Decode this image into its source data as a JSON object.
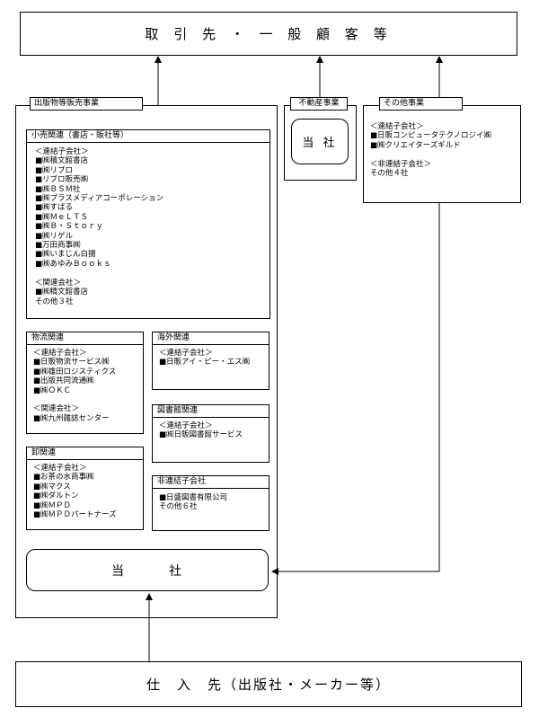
{
  "top_box": "取 引 先 ・ 一 般 顧 客 等",
  "bottom_box": "仕　入　先（出版社・メーカー等）",
  "publishing": {
    "title": "出版物等販売事業",
    "retail": {
      "title": "小売関連（書店・販社等）",
      "lines": [
        "＜連結子会社＞",
        "■㈱積文館書店",
        "■㈱リブロ",
        "■リブロ販売㈱",
        "■㈱ＢＳＭ社",
        "■㈱プラスメディアコーポレーション",
        "■㈱すばる",
        "■㈱ＭｅＬＴＳ",
        "■㈱Ｂ・Ｓｔｏｒｙ",
        "■㈱リゲル",
        "■万田商事㈱",
        "■㈱いまじん白揚",
        "■㈱あゆみＢｏｏｋｓ",
        "",
        "＜関連会社＞",
        "■㈱精文館書店",
        "その他３社"
      ]
    },
    "logistics": {
      "title": "物流関連",
      "lines": [
        "＜連結子会社＞",
        "■日販物流サービス㈱",
        "■㈱雄田ロジスティクス",
        "■出版共同流通㈱",
        "■㈱ＯＫＣ",
        "",
        "＜関連会社＞",
        "■㈱九州雑誌センター"
      ]
    },
    "overseas": {
      "title": "海外関連",
      "lines": [
        "＜連結子会社＞",
        "■日販アイ・ピー・エス㈱"
      ]
    },
    "library": {
      "title": "図書館関連",
      "lines": [
        "＜連結子会社＞",
        "■㈱日販図書館サービス"
      ]
    },
    "wholesale": {
      "title": "卸関連",
      "lines": [
        "＜連結子会社＞",
        "■お茶の水商事㈱",
        "■㈱マクス",
        "■㈱ダルトン",
        "■㈱ＭＰＤ",
        "■㈱ＭＰＤパートナーズ"
      ]
    },
    "nonconsolidated": {
      "title": "非連結子会社",
      "lines": [
        "■日盛図書有限公司",
        "その他６社"
      ]
    },
    "company": "当　　　社"
  },
  "realestate": {
    "title": "不動産事業",
    "company": "当 社"
  },
  "other": {
    "title": "その他事業",
    "lines": [
      "＜連結子会社＞",
      "■日販コンピュータテクノロジイ㈱",
      "■㈱クリエイターズギルド",
      "",
      "＜非連結子会社＞",
      "その他４社"
    ]
  }
}
